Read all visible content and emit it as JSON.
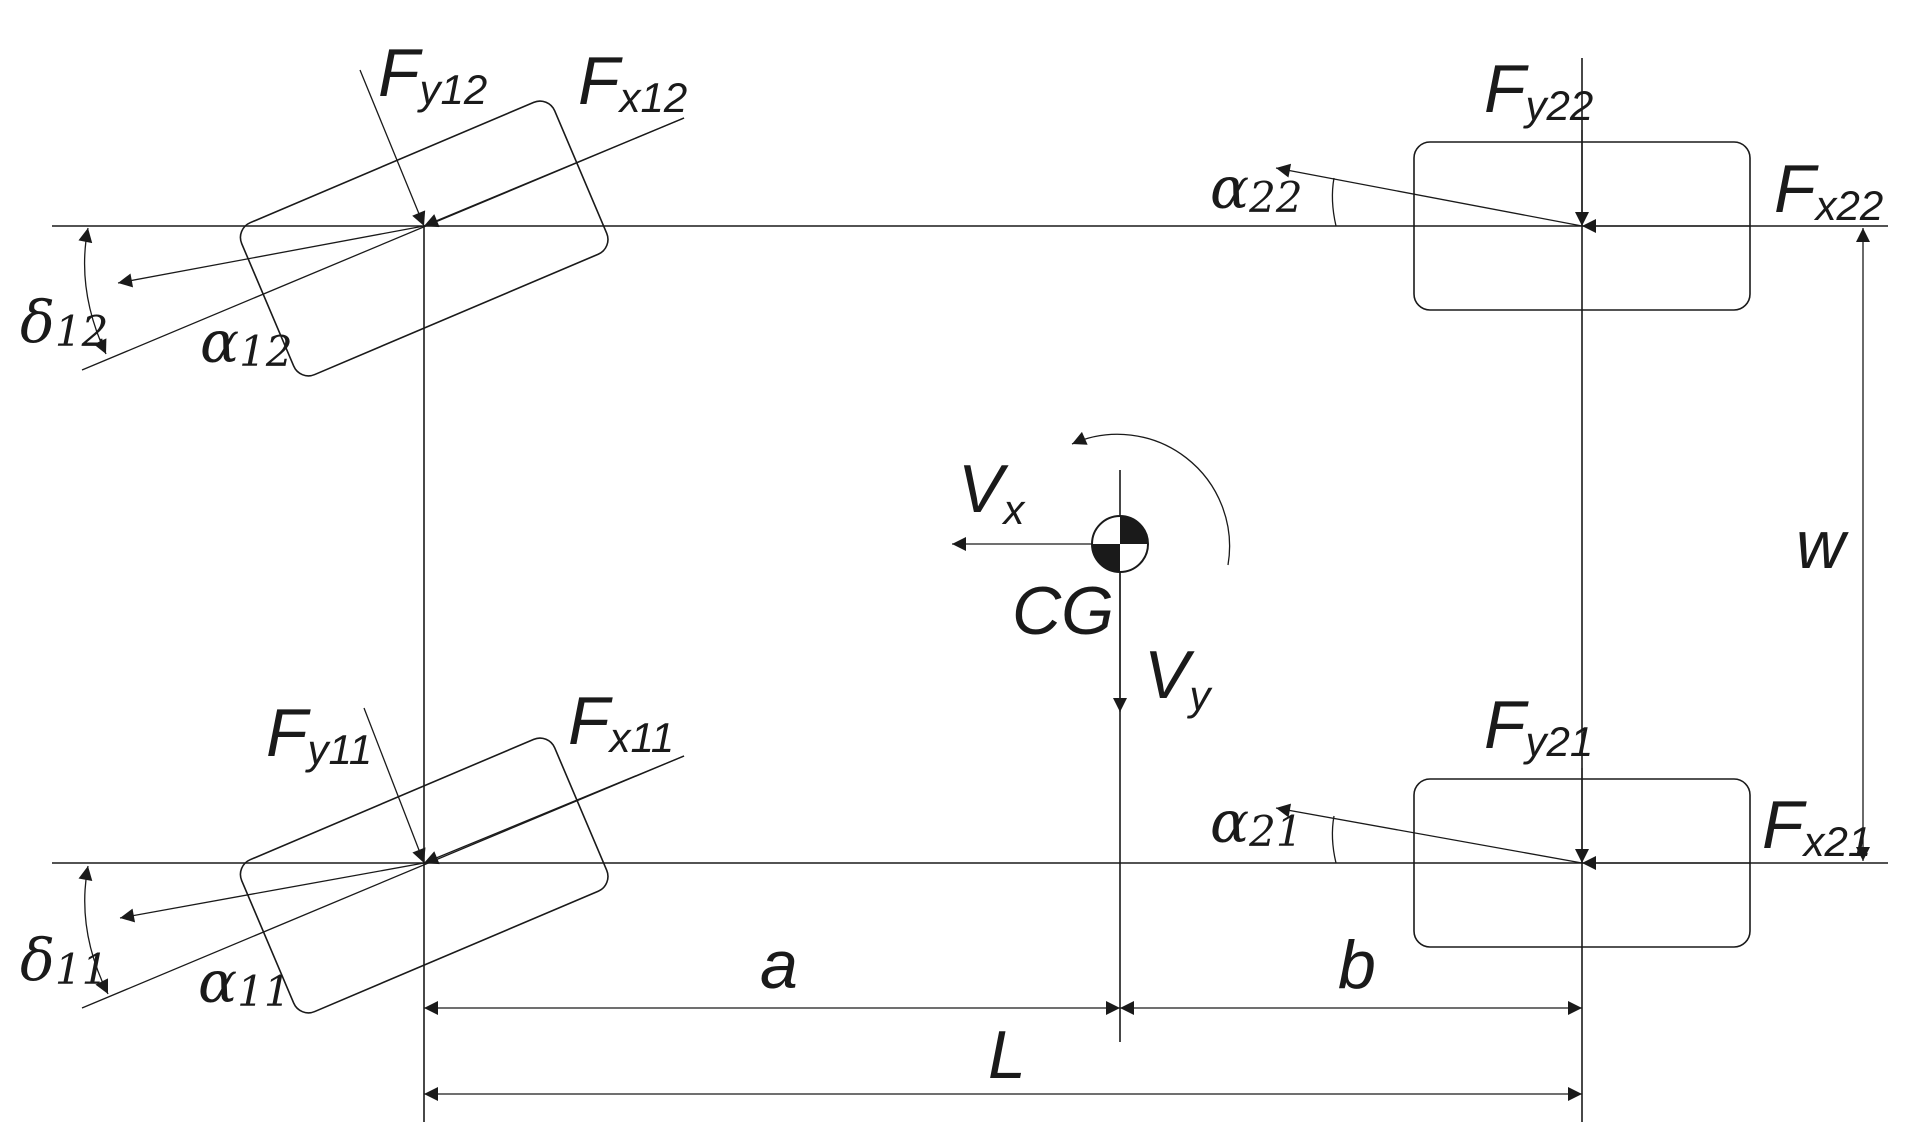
{
  "diagram": {
    "labels": {
      "Fy12": {
        "main": "F",
        "sub": "y12"
      },
      "Fx12": {
        "main": "F",
        "sub": "x12"
      },
      "Fy11": {
        "main": "F",
        "sub": "y11"
      },
      "Fx11": {
        "main": "F",
        "sub": "x11"
      },
      "Fy22": {
        "main": "F",
        "sub": "y22"
      },
      "Fx22": {
        "main": "F",
        "sub": "x22"
      },
      "Fy21": {
        "main": "F",
        "sub": "y21"
      },
      "Fx21": {
        "main": "F",
        "sub": "x21"
      },
      "alpha12": {
        "main": "α",
        "sub": "12"
      },
      "alpha11": {
        "main": "α",
        "sub": "11"
      },
      "alpha22": {
        "main": "α",
        "sub": "22"
      },
      "alpha21": {
        "main": "α",
        "sub": "21"
      },
      "delta12": {
        "main": "δ",
        "sub": "12"
      },
      "delta11": {
        "main": "δ",
        "sub": "11"
      },
      "Vx": {
        "main": "V",
        "sub": "x"
      },
      "Vy": {
        "main": "V",
        "sub": "y"
      },
      "CG": "CG",
      "a": "a",
      "b": "b",
      "L": "L",
      "w": "w"
    }
  }
}
